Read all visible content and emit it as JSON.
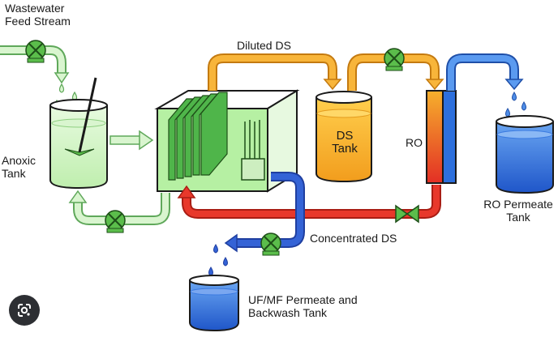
{
  "labels": {
    "feed": "Wastewater\nFeed Stream",
    "diluted": "Diluted DS",
    "anoxic": "Anoxic\nTank",
    "ds_tank": "DS\nTank",
    "ro": "RO",
    "ro_permeate": "RO Permeate\nTank",
    "concentrated": "Concentrated DS",
    "ufmf": "UF/MF Permeate and\nBackwash Tank"
  },
  "colors": {
    "feed_stream": "#d9f5cf",
    "feed_stroke": "#5fa85a",
    "anoxic_water": "#cff0c3",
    "diluted_ds": "#f5a72a",
    "ds_tank_fill": "#f5b12e",
    "concentrated_ds": "#e8382b",
    "ro_gradient_top": "#f6b02c",
    "ro_gradient_bottom": "#e32f25",
    "ro_blue": "#2d6fdc",
    "permeate_blue": "#2f6fdc",
    "reactor_fill": "#b6f0a3",
    "reactor_stroke": "#1f3a1a",
    "pump_fill": "#5bbd4b"
  },
  "icons": {
    "pumps": [
      "pump-icon",
      "pump-icon",
      "pump-icon",
      "pump-icon"
    ],
    "valve": "valve-icon",
    "mixer": "mixer-icon",
    "lens": "google-lens-icon"
  }
}
